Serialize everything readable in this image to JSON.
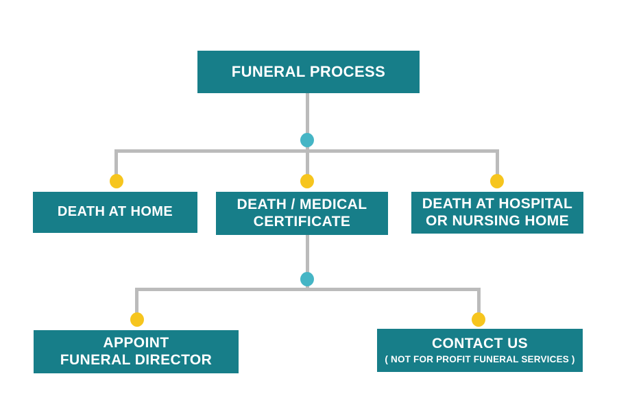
{
  "colors": {
    "background": "#ffffff",
    "box-bg": "#177e89",
    "box-text": "#ffffff",
    "connector": "#bbbbbb",
    "junction-dot": "#45b5c5",
    "branch-dot": "#f6c51e"
  },
  "nodes": {
    "root": {
      "label": "FUNERAL PROCESS"
    },
    "home": {
      "label": "DEATH AT HOME"
    },
    "medical": {
      "lines": [
        "DEATH / MEDICAL",
        "CERTIFICATE"
      ]
    },
    "hospital": {
      "lines": [
        "DEATH AT HOSPITAL",
        "OR NURSING HOME"
      ]
    },
    "director": {
      "lines": [
        "APPOINT",
        "FUNERAL DIRECTOR"
      ]
    },
    "contact": {
      "title": "CONTACT US",
      "subtitle": "( NOT FOR PROFIT FUNERAL SERVICES )"
    }
  },
  "diagram_structure": {
    "type": "flowchart",
    "edges": [
      [
        "FUNERAL PROCESS",
        "DEATH AT HOME"
      ],
      [
        "FUNERAL PROCESS",
        "DEATH / MEDICAL CERTIFICATE"
      ],
      [
        "FUNERAL PROCESS",
        "DEATH AT HOSPITAL OR NURSING HOME"
      ],
      [
        "DEATH / MEDICAL CERTIFICATE",
        "APPOINT FUNERAL DIRECTOR"
      ],
      [
        "DEATH / MEDICAL CERTIFICATE",
        "CONTACT US ( NOT FOR PROFIT FUNERAL SERVICES )"
      ]
    ]
  }
}
